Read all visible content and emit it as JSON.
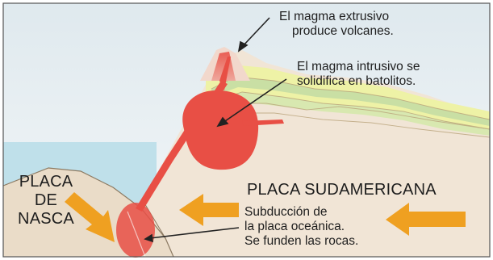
{
  "labels": {
    "extrusive": [
      "El magma extrusivo",
      "produce volcanes."
    ],
    "intrusive": [
      "El magma intrusivo se",
      "solidifica en batolitos."
    ],
    "nasca": [
      "PLACA",
      "DE",
      "NASCA"
    ],
    "sudamericana": "PLACA SUDAMERICANA",
    "subduction": [
      "Subducción de",
      "la placa oceánica.",
      "Se funden las rocas."
    ]
  },
  "colors": {
    "sky": "#e6eef2",
    "ocean": "#bfe0ea",
    "crust": "#f1e5d6",
    "oceanic_plate": "#eadcc8",
    "magma": "#e84f45",
    "arrow_plate": "#efa021",
    "layer_yellow": "#eef2a6",
    "layer_green": "#c9dfa4"
  }
}
